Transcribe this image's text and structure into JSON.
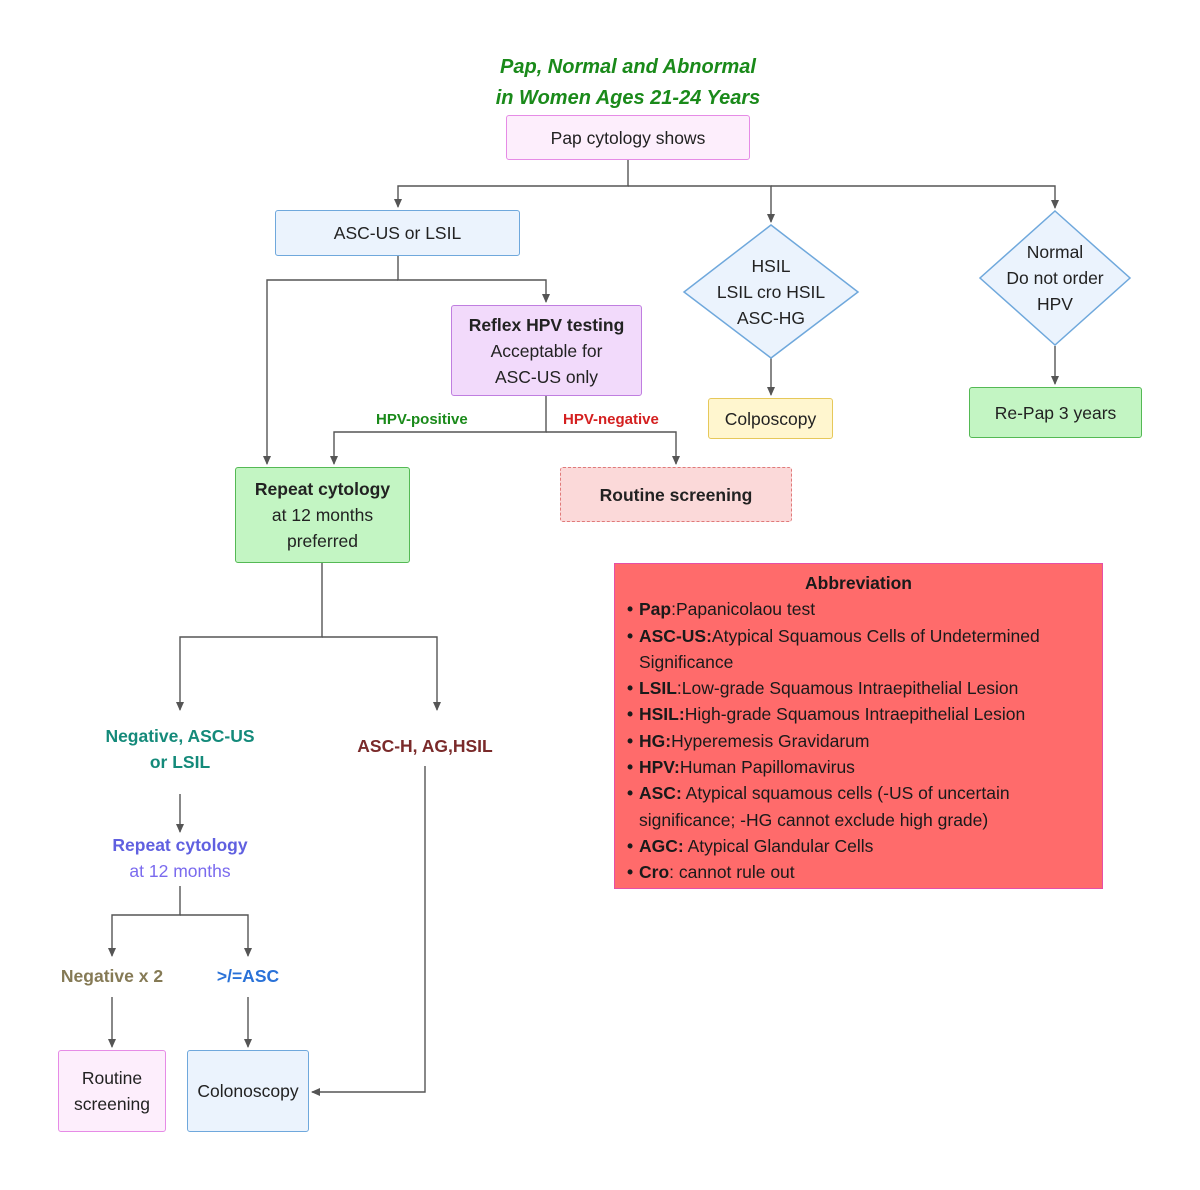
{
  "title": {
    "line1": "Pap, Normal and Abnormal",
    "line2": "in Women Ages 21-24 Years"
  },
  "nodes": {
    "pap_shows": "Pap cytology shows",
    "ascus_lsil": "ASC-US or LSIL",
    "reflex_hpv": {
      "line1": "Reflex HPV testing",
      "line2": "Acceptable for",
      "line3": "ASC-US only"
    },
    "hsil_diamond": {
      "line1": "HSIL",
      "line2": "LSIL cro HSIL",
      "line3": "ASC-HG"
    },
    "normal_diamond": {
      "line1": "Normal",
      "line2": "Do not order",
      "line3": "HPV"
    },
    "colposcopy": "Colposcopy",
    "repap": "Re-Pap 3 years",
    "repeat_cytology_1": {
      "line1": "Repeat cytology",
      "line2": "at 12 months",
      "line3": "preferred"
    },
    "routine_screening_dashed": "Routine screening",
    "neg_ascus": {
      "line1": "Negative, ASC-US",
      "line2": "or LSIL"
    },
    "asch_ag_hsil": "ASC-H, AG,HSIL",
    "repeat_cytology_2": {
      "line1": "Repeat cytology",
      "line2": "at 12 months"
    },
    "negative_x2": "Negative x 2",
    "gte_asc": ">/=ASC",
    "routine_screening_box": {
      "line1": "Routine",
      "line2": "screening"
    },
    "colonoscopy": "Colonoscopy"
  },
  "edge_labels": {
    "hpv_positive": "HPV-positive",
    "hpv_negative": "HPV-negative"
  },
  "colors": {
    "title": "#1a8a1a",
    "hpv_positive": "#1a8a1a",
    "hpv_negative": "#d42020",
    "neg_ascus": "#148a7a",
    "asch": "#7a2a2a",
    "repeat2_bold": "#6060e0",
    "repeat2_plain": "#7a6aee",
    "negative_x2": "#857a55",
    "gte_asc": "#2a72d8",
    "abbreviation_box": "#ff6b6b"
  },
  "abbreviation": {
    "heading": "Abbreviation",
    "items": [
      {
        "key": "Pap",
        "text": ":Papanicolaou test"
      },
      {
        "key": "ASC-US:",
        "text": "Atypical Squamous Cells of Undetermined Significance"
      },
      {
        "key": "LSIL",
        "text": ":Low-grade Squamous Intraepithelial Lesion"
      },
      {
        "key": "HSIL:",
        "text": "High-grade Squamous Intraepithelial Lesion"
      },
      {
        "key": "HG:",
        "text": "Hyperemesis Gravidarum"
      },
      {
        "key": "HPV:",
        "text": "Human Papillomavirus"
      },
      {
        "key": "ASC:",
        "text": " Atypical  squamous cells (-US  of uncertain significance;  -HG cannot exclude high grade)"
      },
      {
        "key": "AGC:",
        "text": " Atypical Glandular Cells"
      },
      {
        "key": "Cro",
        "text": ":  cannot rule  out"
      }
    ]
  }
}
